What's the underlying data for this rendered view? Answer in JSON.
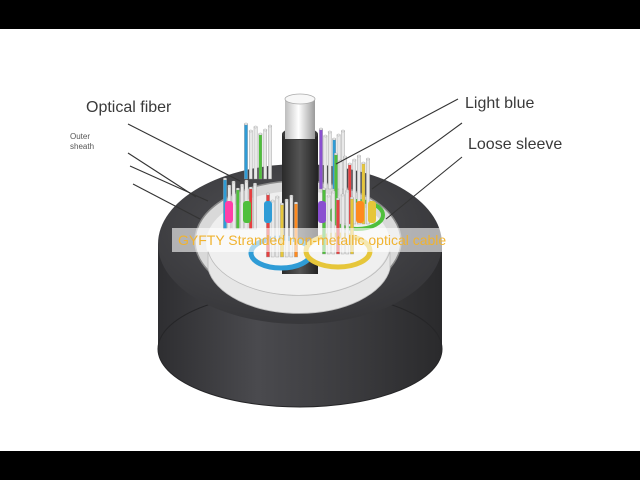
{
  "labels": {
    "optical_fiber": "Optical fiber",
    "outer_sheath_1": "Outer",
    "outer_sheath_2": "sheath",
    "light_blue": "Light blue",
    "loose_sleeve": "Loose sleeve"
  },
  "subtitle": "GYFTY Stranded non-metallic optical cable",
  "colors": {
    "sheath": "#3d3d40",
    "subtitle_text": "#f0b330",
    "fiber_colors": [
      "#2f9cd6",
      "#e6c63a",
      "#ff3ea8",
      "#4fbf3c",
      "#ff8a1f",
      "#8a4fd0",
      "#e64040",
      "#1faf8f"
    ]
  }
}
